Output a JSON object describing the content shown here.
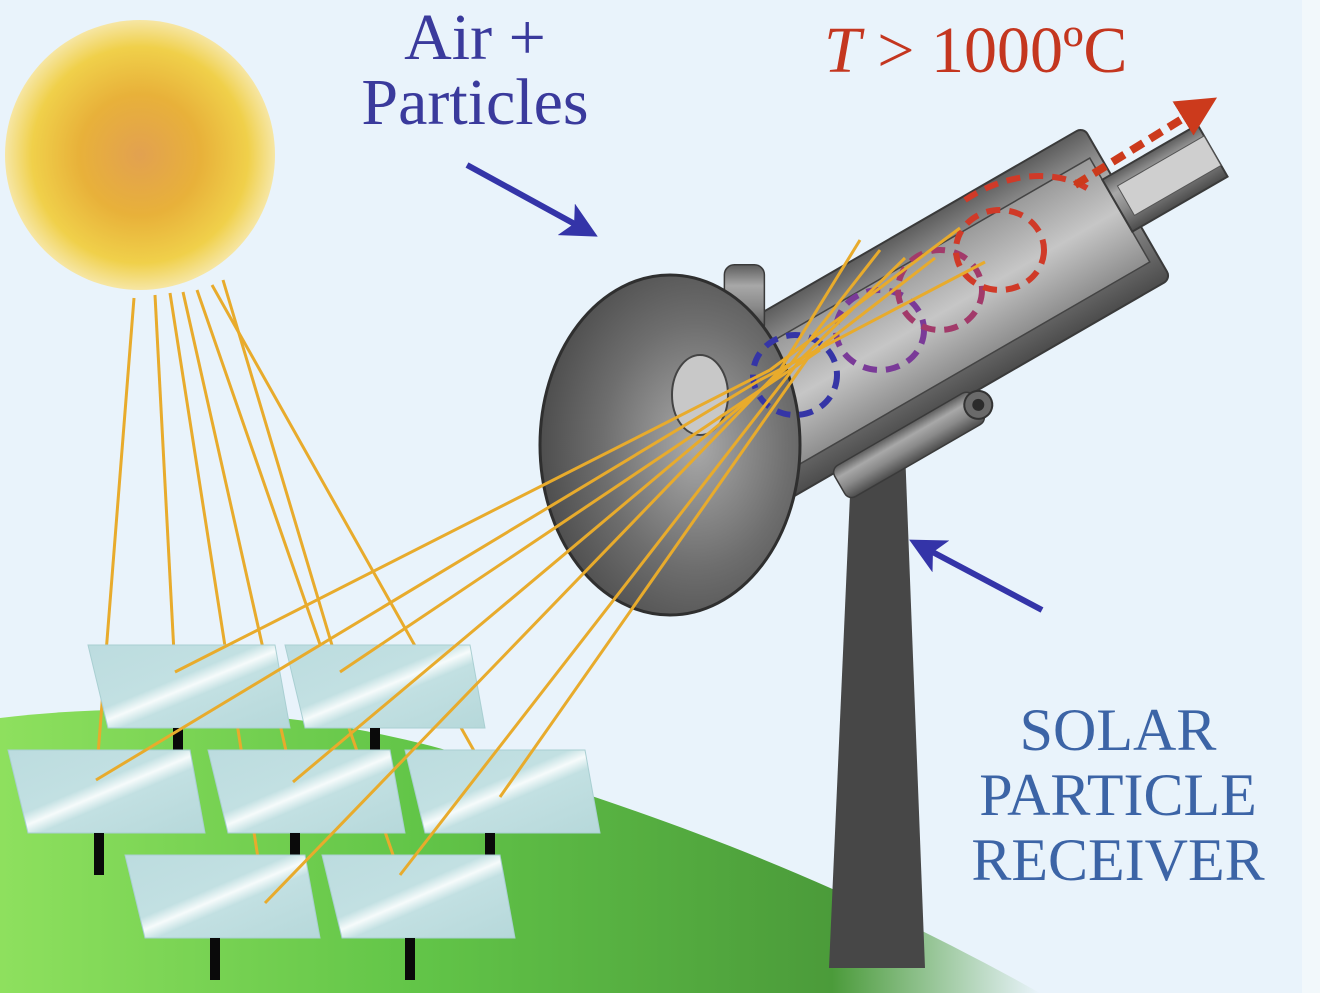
{
  "labels": {
    "inlet_line1": "Air +",
    "inlet_line2": "Particles",
    "temp_var": "T",
    "temp_rest": " > 1000ºC",
    "title_line1": "SOLAR",
    "title_line2": "PARTICLE",
    "title_line3": "RECEIVER"
  },
  "colors": {
    "sky": "#e9f3fb",
    "grass": "#5fbf45",
    "sun_center": "#e3a24a",
    "sun_edge": "#f2d64a",
    "ray": "#e8ab2c",
    "inlet_arrow": "#3434a8",
    "hot_arrow": "#cc3a1c",
    "receiver_metal": "#8a8a8a",
    "tower": "#4a4a4a",
    "heliostat": "#bcdcdf",
    "title_text": "#3c64a6"
  },
  "components": {
    "sun": "sun",
    "heliostats": 7,
    "receiver": "cylindrical cavity receiver",
    "tower": "support tower",
    "flow_vortices": [
      "blue",
      "purple",
      "magenta",
      "red"
    ]
  }
}
